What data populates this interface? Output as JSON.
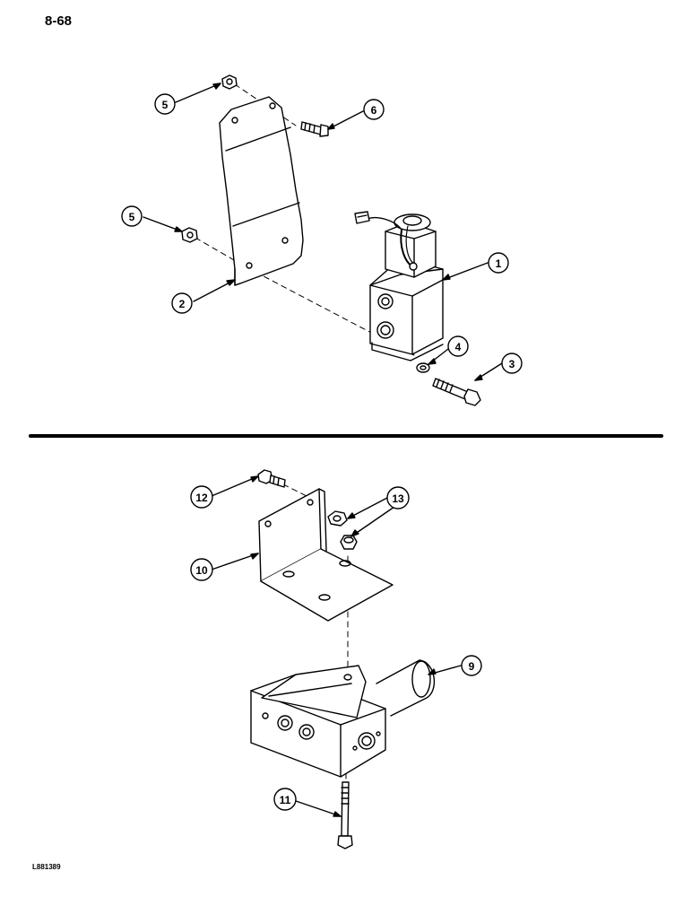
{
  "page_number": "8-68",
  "figure_code": "L881389",
  "callouts": {
    "c1": "1",
    "c2": "2",
    "c3": "3",
    "c4": "4",
    "c5a": "5",
    "c5b": "5",
    "c6": "6",
    "c9": "9",
    "c10": "10",
    "c11": "11",
    "c12": "12",
    "c13": "13"
  }
}
